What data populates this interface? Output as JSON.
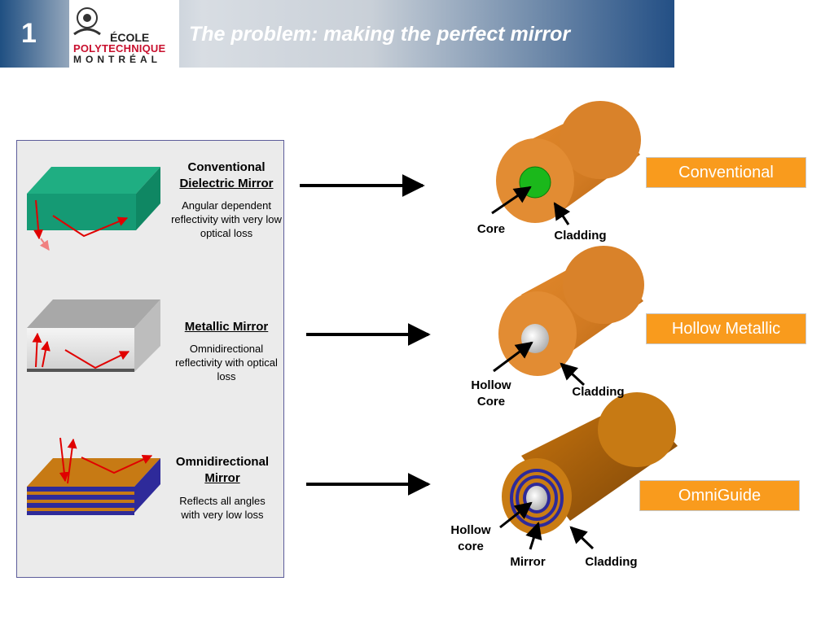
{
  "slide_number": "1",
  "title": "The problem: making the perfect mirror",
  "logo": {
    "line1": "ÉCOLE",
    "line2": "POLYTECHNIQUE",
    "line3": "MONTRÉAL"
  },
  "mirrors": [
    {
      "title_line1": "Conventional",
      "title_line2": "Dielectric Mirror",
      "description": "Angular dependent reflectivity with very low optical loss"
    },
    {
      "title_line1": "Metallic Mirror",
      "title_line2": "",
      "description": "Omnidirectional reflectivity with optical loss"
    },
    {
      "title_line1": "Omnidirectional",
      "title_line2": "Mirror",
      "description": "Reflects all angles with very low loss"
    }
  ],
  "fibers": [
    {
      "badge": "Conventional",
      "labels": {
        "core": "Core",
        "cladding": "Cladding"
      }
    },
    {
      "badge": "Hollow Metallic",
      "labels": {
        "core_line1": "Hollow",
        "core_line2": "Core",
        "cladding": "Cladding"
      }
    },
    {
      "badge": "OmniGuide",
      "labels": {
        "core_line1": "Hollow",
        "core_line2": "core",
        "mirror": "Mirror",
        "cladding": "Cladding"
      }
    }
  ],
  "colors": {
    "badge": "#f99b1d",
    "cladding": "#e0862e",
    "dielectric": "#149a73",
    "core_green": "#1bb81b",
    "layers_blue": "#2e2a9a"
  }
}
